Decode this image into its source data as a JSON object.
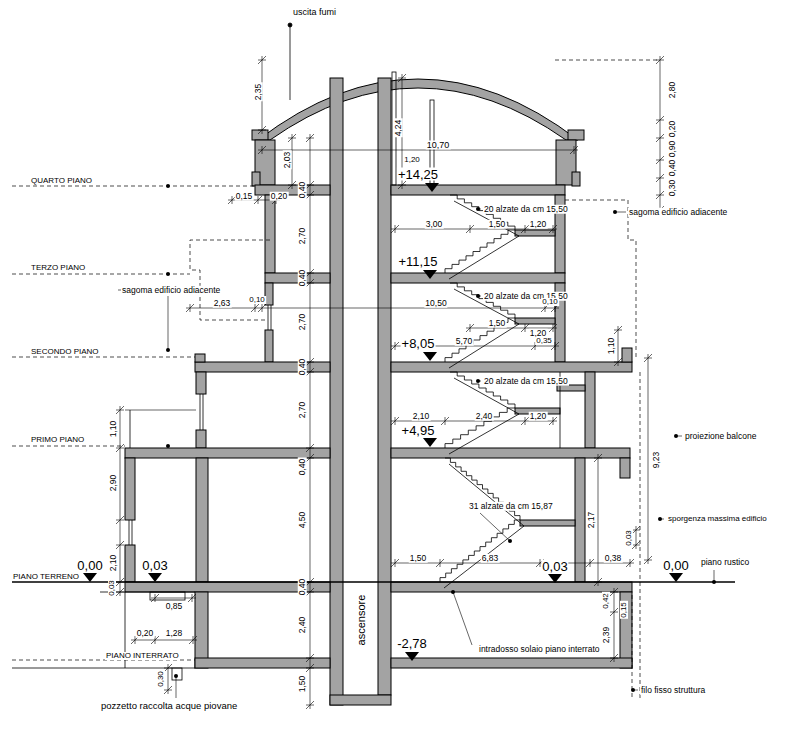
{
  "diagram": {
    "nodes": [
      {
        "text": [
          "ascensore"
        ]
      }
    ],
    "labels": [
      "uscita fumi",
      "2,35",
      "2,80",
      "4,24",
      "0,20",
      "10,70",
      "0,90",
      "2,03",
      "1,20",
      "+14,25",
      "0,40",
      "QUARTO PIANO",
      "0,30",
      "0,15",
      "0,20",
      "0,40",
      "20 alzate da cm 15,50",
      "sagoma edificio adiacente",
      "3,00",
      "1,50",
      "1,20",
      "2,70",
      "+11,15",
      "TERZO PIANO",
      "sagoma edificio adiacente",
      "0,40",
      "20 alzate da cm 15,50",
      "2,63",
      "0,10",
      "10,50",
      "0,10",
      "2,70",
      "1,50",
      "1,20",
      "+8,05",
      "5,70",
      "0,35",
      "1,10",
      "SECONDO PIANO",
      "20 alzate da cm 15,50",
      "0,40",
      "2,70",
      "2,10",
      "2,40",
      "1,20",
      "1,10",
      "+4,95",
      "PRIMO PIANO",
      "proiezione balcone",
      "9,23",
      "0,40",
      "2,90",
      "31 alzate da cm 15,87",
      "sporgenza massima edificio",
      "4,50",
      "0,03",
      "2,10",
      "2,17",
      "1,50",
      "6,83",
      "0,38",
      "0,00",
      "0,03",
      "0,03",
      "0,00",
      "piano rustico",
      "PIANO TERRENO",
      "0,03",
      "0,85",
      "0,42",
      "0,15",
      "0,40",
      "2,40",
      "2,39",
      "0,20",
      "1,28",
      "-2,78",
      "intradosso solaio piano interrato",
      "PIANO INTERRATO",
      "0,30",
      "1,50",
      "filo fisso struttura",
      "pozzetto raccolta acque piovane"
    ]
  }
}
